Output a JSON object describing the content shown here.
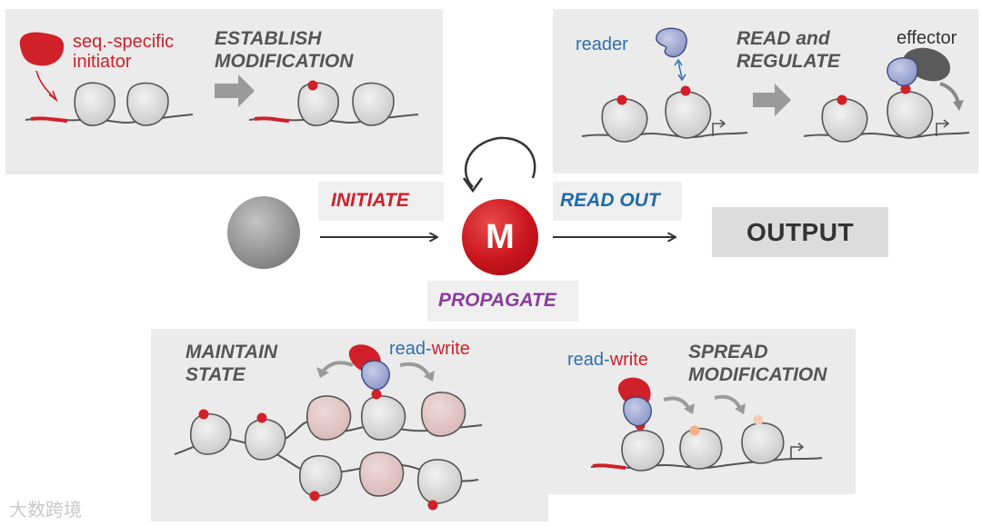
{
  "center": {
    "initiate": "INITIATE",
    "read_out": "READ OUT",
    "propagate": "PROPAGATE",
    "m_label": "M",
    "output": "OUTPUT"
  },
  "establish_panel": {
    "initiator_line1": "seq.-specific",
    "initiator_line2": "initiator",
    "stage_line1": "ESTABLISH",
    "stage_line2": "MODIFICATION"
  },
  "read_panel": {
    "reader": "reader",
    "stage_line1": "READ and",
    "stage_line2": "REGULATE",
    "effector": "effector"
  },
  "maintain_panel": {
    "stage_line1": "MAINTAIN",
    "stage_line2": "STATE",
    "read": "read-",
    "write": "write"
  },
  "spread_panel": {
    "read": "read-",
    "write": "write",
    "stage_line1": "SPREAD",
    "stage_line2": "MODIFICATION"
  },
  "colors": {
    "modification_red": "#d0202a",
    "initiate_red": "#d0202a",
    "readout_blue": "#1f6aa8",
    "propagate_purple": "#8a3c9c"
  },
  "watermark": "大数跨境"
}
